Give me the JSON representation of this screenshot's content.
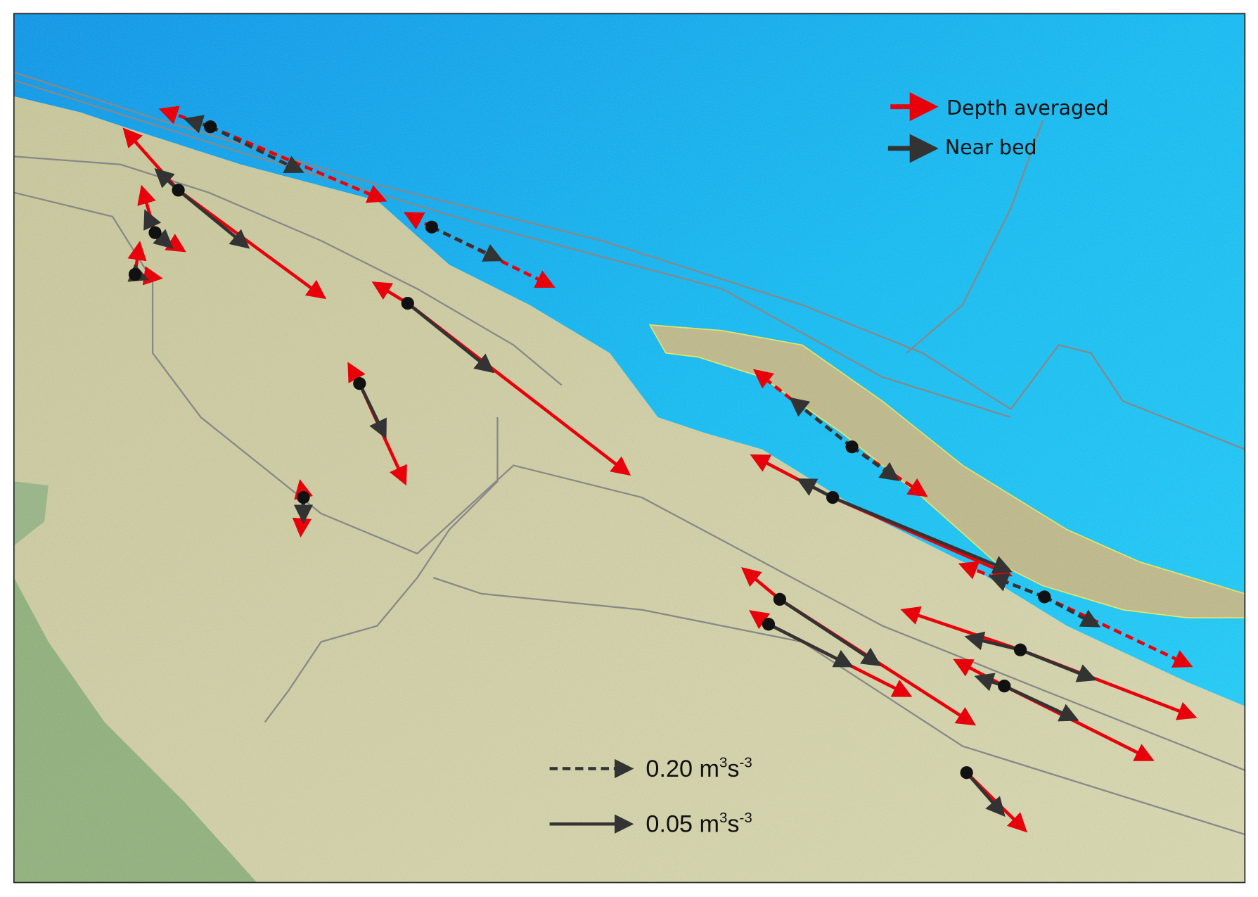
{
  "legend": {
    "depth_averaged": "Depth averaged",
    "near_bed": "Near bed",
    "colors": {
      "depth_averaged": "#e8000b",
      "near_bed": "#333333"
    }
  },
  "scale": {
    "dashed": {
      "value": "0.20 m",
      "exp1": "3",
      "unit2": "s",
      "exp2": "-3"
    },
    "solid": {
      "value": "0.05 m",
      "exp1": "3",
      "unit2": "s",
      "exp2": "-3"
    }
  }
}
